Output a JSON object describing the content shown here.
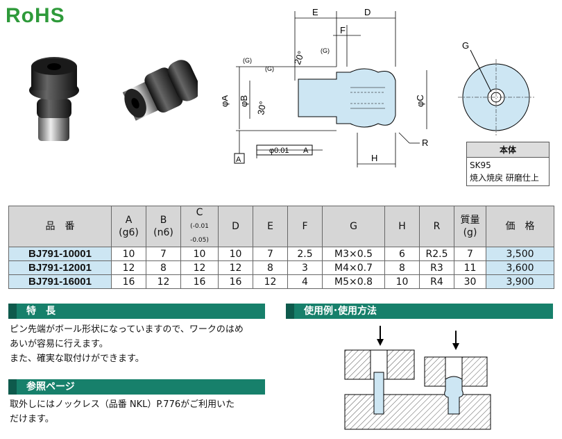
{
  "rohs": "RoHS",
  "drawing": {
    "dim_E": "E",
    "dim_D": "D",
    "dim_F": "F",
    "dim_G_tol1": "(G)",
    "dim_G_tol2": "(G)",
    "dim_G_side": "(G)",
    "angle20": "20°",
    "angle30": "30°",
    "phiA": "φA",
    "phiB": "φB",
    "phiC": "φC",
    "dim_R": "R",
    "dim_H": "H",
    "datum": "A",
    "flat_tol": "φ0.01",
    "flat_datum": "A",
    "endview_G": "G"
  },
  "material": {
    "header": "本体",
    "line1": "SK95",
    "line2": "焼入焼戻 研磨仕上"
  },
  "table": {
    "headers": [
      "品　番",
      "A",
      "(g6)",
      "B",
      "(n6)",
      "C",
      "-0.01",
      "-0.05",
      "D",
      "E",
      "F",
      "G",
      "H",
      "R",
      "質量",
      "(g)",
      "価　格"
    ],
    "rows": [
      [
        "BJ791-10001",
        "10",
        "7",
        "10",
        "10",
        "7",
        "2.5",
        "M3×0.5",
        "6",
        "R2.5",
        "7",
        "3,500"
      ],
      [
        "BJ791-12001",
        "12",
        "8",
        "12",
        "12",
        "8",
        "3",
        "M4×0.7",
        "8",
        "R3",
        "11",
        "3,600"
      ],
      [
        "BJ791-16001",
        "16",
        "12",
        "16",
        "16",
        "12",
        "4",
        "M5×0.8",
        "10",
        "R4",
        "30",
        "3,900"
      ]
    ]
  },
  "features": {
    "title": "特　長",
    "text1": "ピン先端がボール形状になっていますので、ワークのはめ",
    "text2": "あいが容易に行えます。",
    "text3": "また、確実な取付けができます。"
  },
  "reference": {
    "title": "参照ページ",
    "text1": "取外しにはノックレス（品番 NKL）P.776がご利用いた",
    "text2": "だけます。"
  },
  "usage": {
    "title": "使用例･使用方法"
  },
  "colors": {
    "accent": "#17806b",
    "part": "#cde6f3",
    "rohs": "#2e9a3a"
  }
}
